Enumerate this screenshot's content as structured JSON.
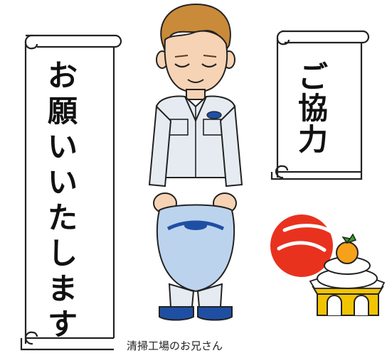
{
  "scroll_left": {
    "chars": [
      "お",
      "願",
      "い",
      "い",
      "た",
      "し",
      "ま",
      "す"
    ]
  },
  "scroll_right": {
    "chars": [
      "ご",
      "協",
      "力"
    ]
  },
  "caption": "清掃工場のお兄さん",
  "colors": {
    "sun": "#e8321e",
    "uniform": "#e6ebf2",
    "hair": "#c98a3a",
    "stand": "#f2c400",
    "mikan": "#f5a21a"
  }
}
